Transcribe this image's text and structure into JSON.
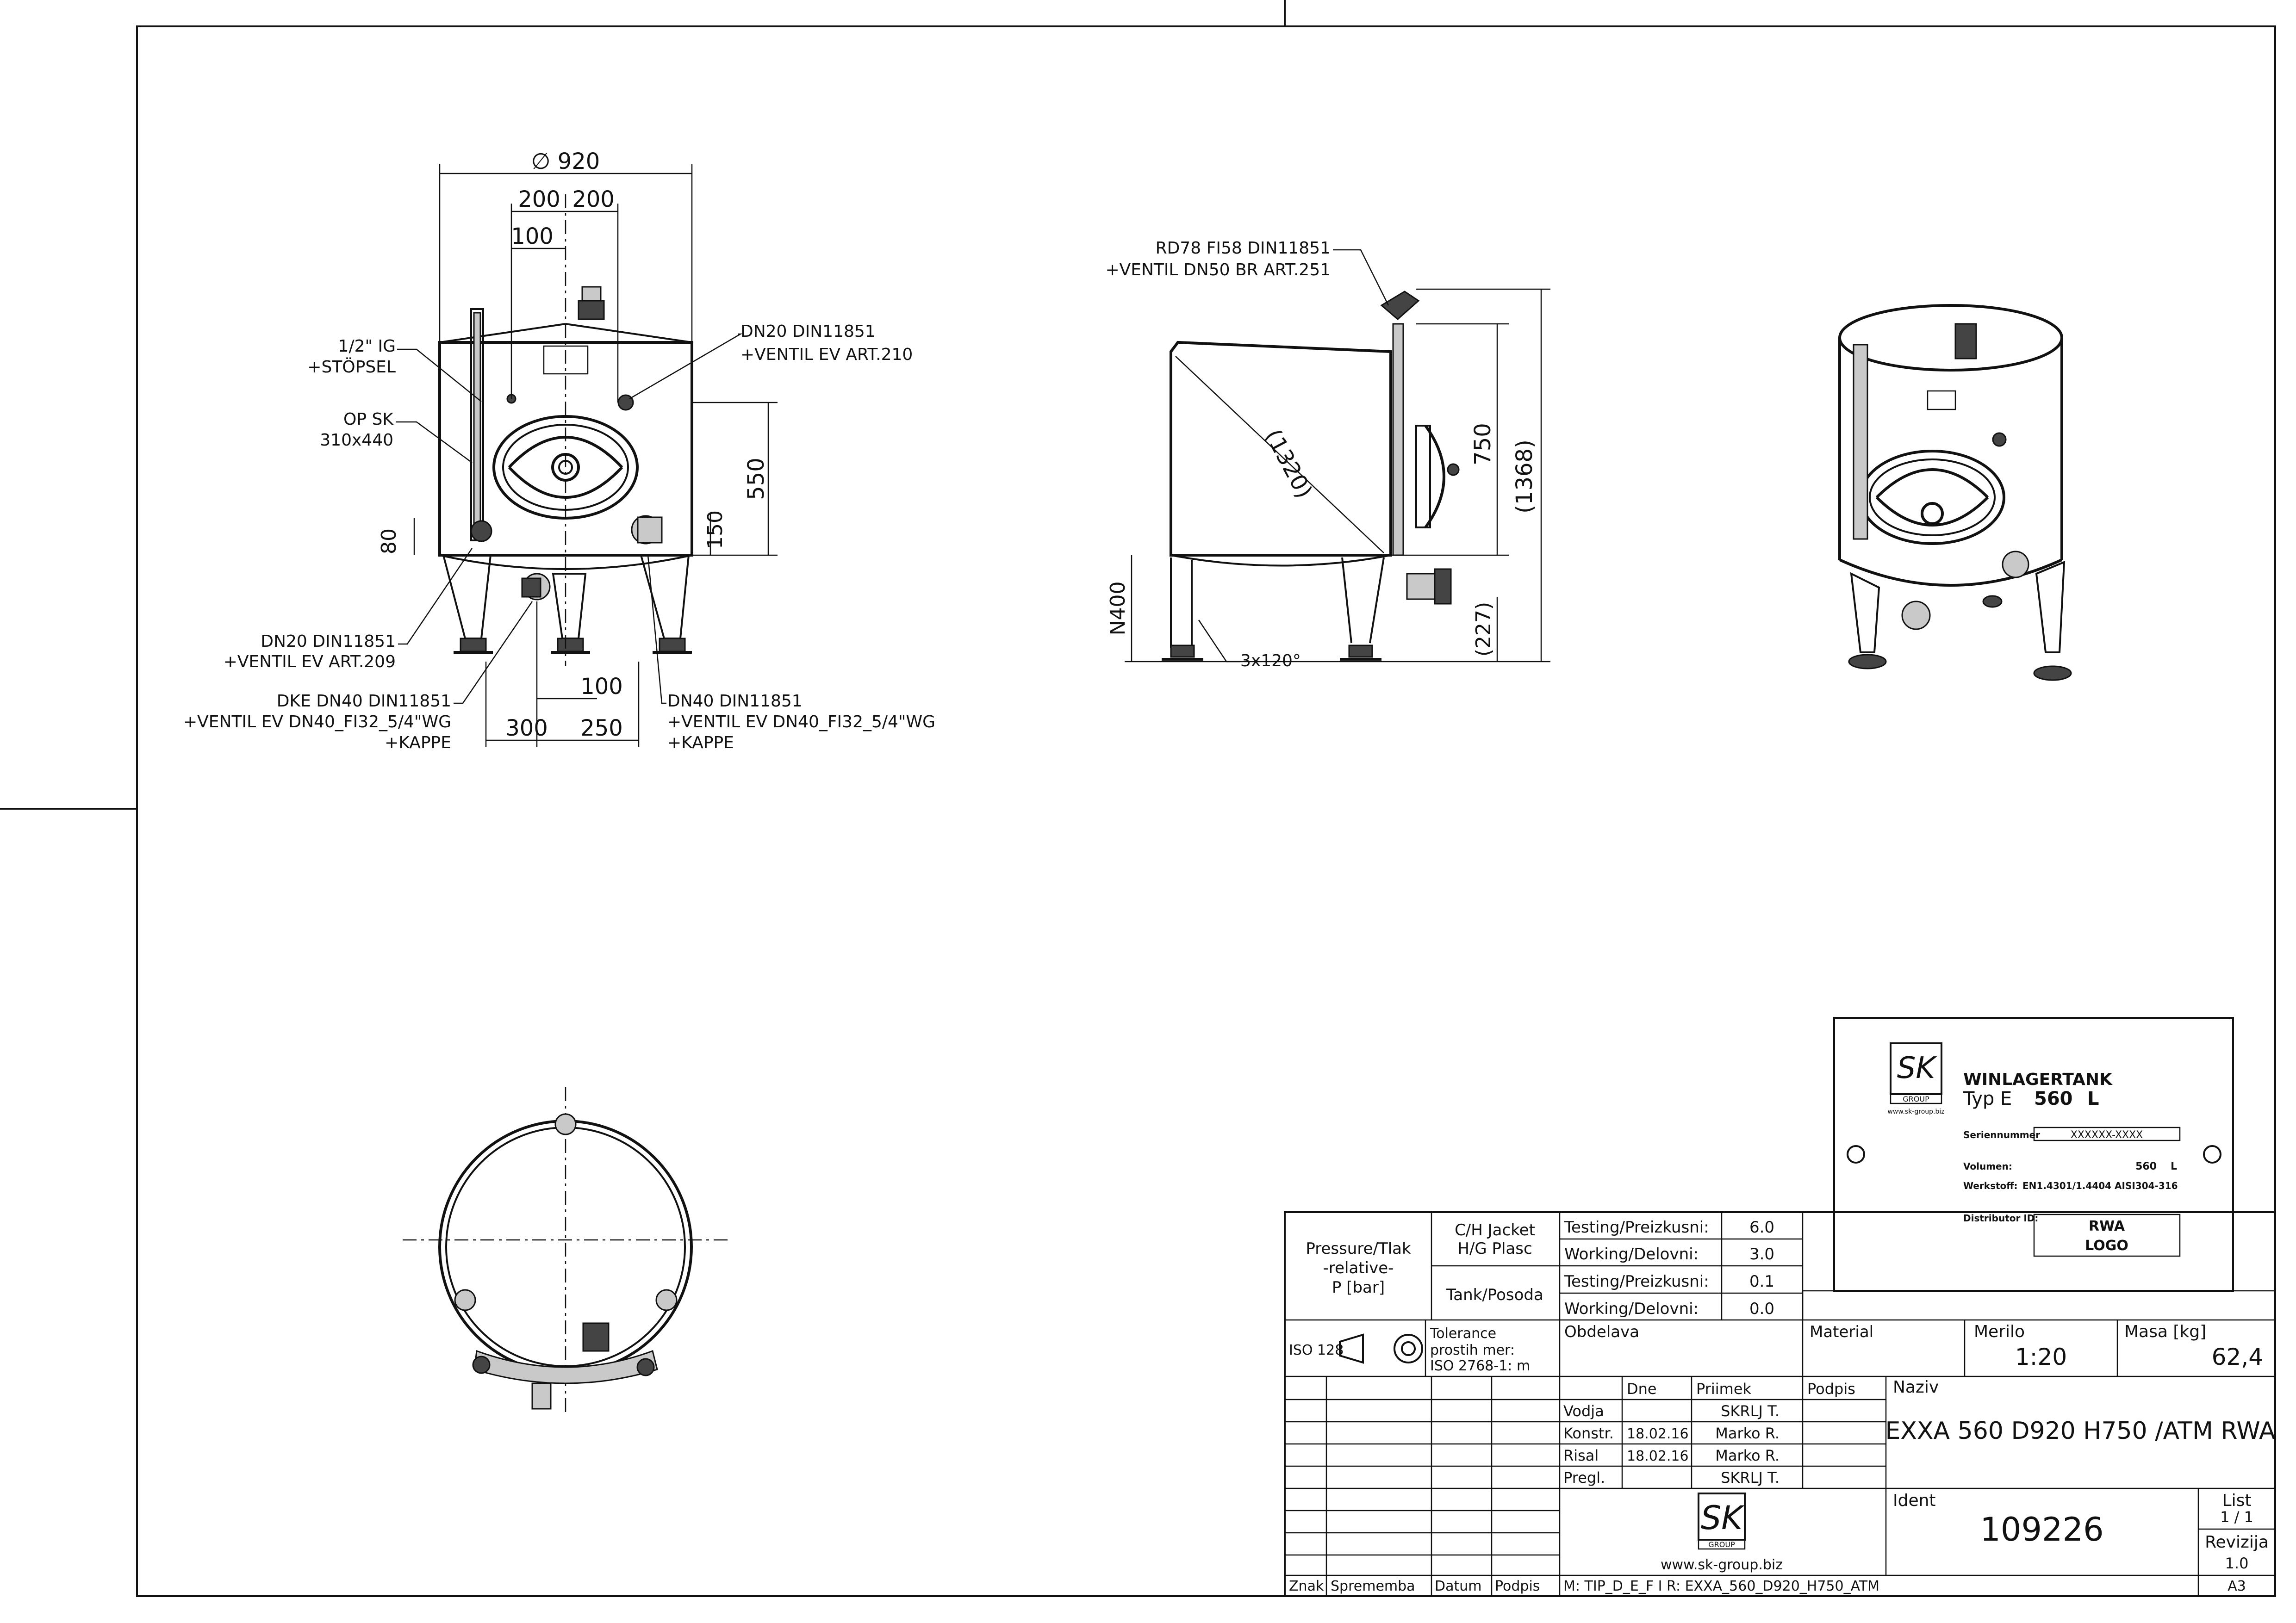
{
  "front_view": {
    "dim_diameter": "∅ 920",
    "dim_200a": "200",
    "dim_200b": "200",
    "dim_100_top": "100",
    "dim_550": "550",
    "dim_150": "150",
    "dim_80": "80",
    "dim_100_bottom": "100",
    "dim_300": "300",
    "dim_250": "250",
    "label_ig_1": "1/2\" IG",
    "label_ig_2": "+STÖPSEL",
    "label_opsk_1": "OP SK",
    "label_opsk_2": "310x440",
    "label_dn20_top_1": "DN20 DIN11851",
    "label_dn20_top_2": "+VENTIL EV ART.210",
    "label_dn20_bot_1": "DN20 DIN11851",
    "label_dn20_bot_2": "+VENTIL EV ART.209",
    "label_dke_1": "DKE DN40 DIN11851",
    "label_dke_2": "+VENTIL EV DN40_FI32_5/4\"WG",
    "label_dke_3": "+KAPPE",
    "label_dn40_1": "DN40 DIN11851",
    "label_dn40_2": "+VENTIL EV DN40_FI32_5/4\"WG",
    "label_dn40_3": "+KAPPE"
  },
  "side_view": {
    "label_rd78_1": "RD78 FI58 DIN11851",
    "label_rd78_2": "+VENTIL DN50 BR ART.251",
    "dim_1320": "(1320)",
    "dim_750": "750",
    "dim_1368": "(1368)",
    "dim_227": "(227)",
    "dim_n400": "N400",
    "label_legs": "3x120°"
  },
  "nameplate": {
    "logo_text": "SK",
    "logo_sub": "GROUP",
    "logo_url": "www.sk-group.biz",
    "title": "WINLAGERTANK",
    "type_prefix": "Typ E",
    "type_value": "560",
    "type_unit": "L",
    "serial_label": "Seriennummer",
    "serial_value": "XXXXXX-XXXX",
    "volume_label": "Volumen:",
    "volume_value": "560",
    "volume_unit": "L",
    "material_label": "Werkstoff:",
    "material_value": "EN1.4301/1.4404  AISI304-316",
    "distributor_label": "Distributor ID:",
    "distributor_logo_1": "RWA",
    "distributor_logo_2": "LOGO"
  },
  "title_block": {
    "pressure_label_1": "Pressure/Tlak",
    "pressure_label_2": "-relative-",
    "pressure_label_3": "P [bar]",
    "jacket_1": "C/H Jacket",
    "jacket_2": "H/G Plasc",
    "tank": "Tank/Posoda",
    "rows": [
      {
        "label": "Testing/Preizkusni:",
        "value": "6.0"
      },
      {
        "label": "Working/Delovni:",
        "value": "3.0"
      },
      {
        "label": "Testing/Preizkusni:",
        "value": "0.1"
      },
      {
        "label": "Working/Delovni:",
        "value": "0.0"
      }
    ],
    "iso": "ISO 128",
    "tolerance_1": "Tolerance",
    "tolerance_2": "prostih mer:",
    "tolerance_3": "ISO 2768-1: m",
    "obdelava": "Obdelava",
    "material": "Material",
    "merilo_label": "Merilo",
    "merilo_value": "1:20",
    "masa_label": "Masa [kg]",
    "masa_value": "62,4",
    "hdr_dne": "Dne",
    "hdr_priimek": "Priimek",
    "hdr_podpis": "Podpis",
    "people": [
      {
        "role": "Vodja",
        "date": "",
        "name": "SKRLJ T."
      },
      {
        "role": "Konstr.",
        "date": "18.02.16",
        "name": "Marko R."
      },
      {
        "role": "Risal",
        "date": "18.02.16",
        "name": "Marko R."
      },
      {
        "role": "Pregl.",
        "date": "",
        "name": "SKRLJ T."
      }
    ],
    "naziv_label": "Naziv",
    "naziv_value": "EXXA 560 D920 H750 /ATM RWA",
    "ident_label": "Ident",
    "ident_value": "109226",
    "list_label": "List",
    "list_value": "1 / 1",
    "revizija_label": "Revizija",
    "revizija_value": "1.0",
    "format": "A3",
    "logo_url": "www.sk-group.biz",
    "path": "M: TIP_D_E_F I R: EXXA_560_D920_H750_ATM",
    "col_znak": "Znak",
    "col_sprememba": "Sprememba",
    "col_datum": "Datum",
    "col_podpis": "Podpis"
  }
}
